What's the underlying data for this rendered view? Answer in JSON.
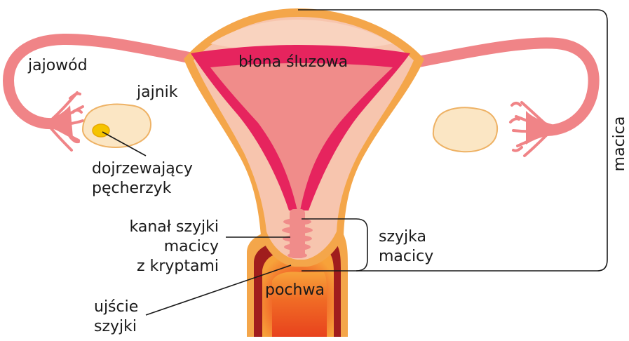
{
  "labels": {
    "oviduct": "jajowód",
    "ovary": "jajnik",
    "follicle_line1": "dojrzewający",
    "follicle_line2": "pęcherzyk",
    "mucosa": "błona śluzowa",
    "canal_line1": "kanał szyjki",
    "canal_line2": "macicy",
    "canal_line3": "z kryptami",
    "os_line1": "ujście",
    "os_line2": "szyjki",
    "vagina": "pochwa",
    "cervix_line1": "szyjka",
    "cervix_line2": "macicy",
    "uterus": "macica"
  },
  "colors": {
    "outer_wall": "#f4a64a",
    "uterus_body": "#f7c5ae",
    "uterus_top": "#f9d3bf",
    "mucosa": "#e6245e",
    "cavity": "#f08c8a",
    "tube": "#f08487",
    "ovary_fill": "#fbe6c4",
    "ovary_stroke": "#eeb265",
    "follicle": "#f5c400",
    "vagina_dark": "#a01d1d",
    "vagina_mid": "#e8421d",
    "vagina_light": "#f7a23a",
    "leader": "#1a1a1a"
  }
}
